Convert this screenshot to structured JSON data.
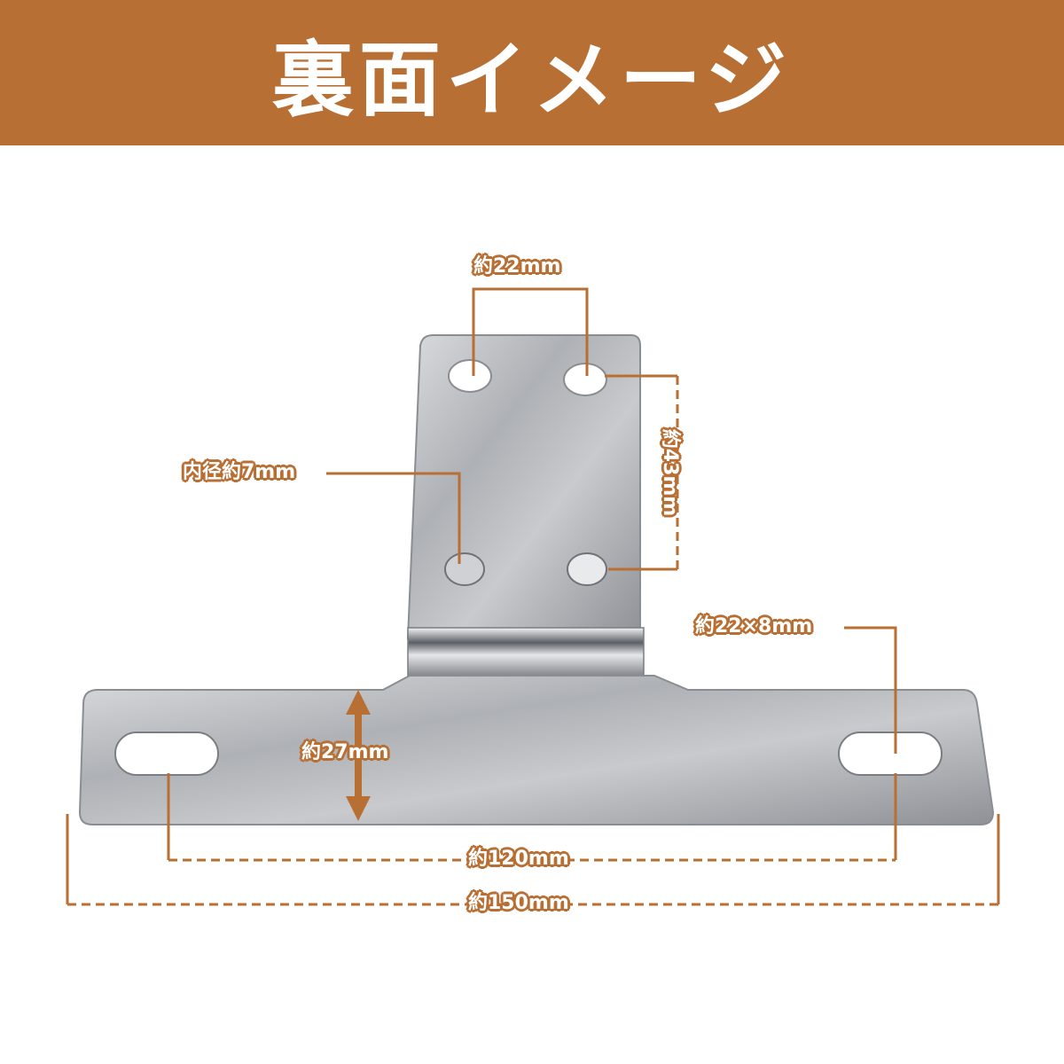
{
  "header": {
    "title": "裏面イメージ"
  },
  "colors": {
    "banner": "#b86f34",
    "dimension_line": "#b86f34",
    "plate": "#b9bcc0"
  },
  "dimensions": {
    "hole_spacing": "約22mm",
    "hole_vertical": "約43mm",
    "hole_inner_diameter": "内径約7mm",
    "slot_size": "約22×8mm",
    "base_height": "約27mm",
    "slot_spacing": "約120mm",
    "total_width": "約150mm"
  }
}
